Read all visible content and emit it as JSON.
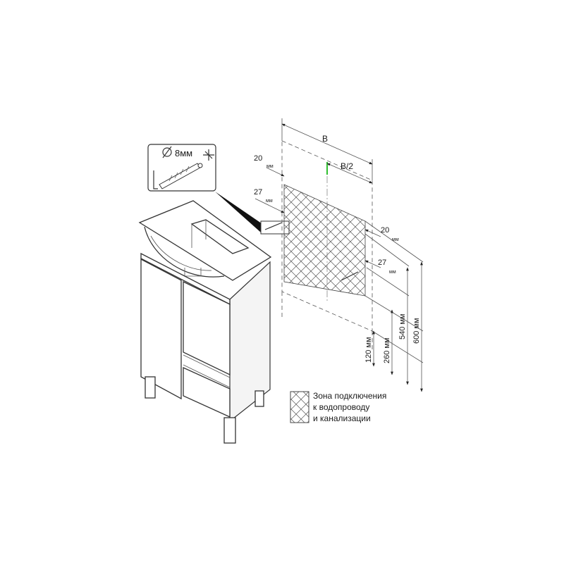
{
  "dimensions": {
    "b": "B",
    "b_half": "B/2",
    "d20_top_value": "20",
    "d20_top_unit": "мм",
    "d27_top_value": "27",
    "d27_top_unit": "мм",
    "d20_right_value": "20",
    "d20_right_unit": "мм",
    "d27_right_value": "27",
    "d27_right_unit": "мм",
    "h120": "120 мм",
    "h260": "260 мм",
    "h540": "540 мм",
    "h600": "600 мм"
  },
  "callout": {
    "drill_label": "8мм"
  },
  "legend": {
    "line1": "Зона подключения",
    "line2": "к водопроводу",
    "line3": "и канализации"
  },
  "colors": {
    "line": "#333333",
    "hatch": "#555555",
    "center_mark": "#2fbf2f"
  }
}
